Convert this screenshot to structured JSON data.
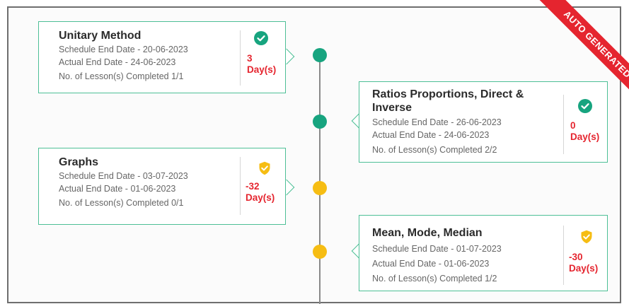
{
  "ribbon": {
    "label": "AUTO GENERATED"
  },
  "colors": {
    "accent_border": "#4dbf96",
    "done": "#17a47f",
    "pending": "#f6bd13",
    "late": "#e5252f"
  },
  "items": [
    {
      "title": "Unitary Method",
      "schedule": "Schedule End Date - 20-06-2023",
      "actual": "Actual End Date - 24-06-2023",
      "lessons": "No. of Lesson(s) Completed 1/1",
      "days_num": "3",
      "days_unit": "Day(s)",
      "status_icon": "check-circle-icon"
    },
    {
      "title": "Ratios Proportions, Direct & Inverse",
      "schedule": "Schedule End Date - 26-06-2023",
      "actual": "Actual End Date - 24-06-2023",
      "lessons": "No. of Lesson(s) Completed 2/2",
      "days_num": "0",
      "days_unit": "Day(s)",
      "status_icon": "check-circle-icon"
    },
    {
      "title": "Graphs",
      "schedule": "Schedule End Date - 03-07-2023",
      "actual": "Actual End Date - 01-06-2023",
      "lessons": "No. of Lesson(s) Completed 0/1",
      "days_num": "-32",
      "days_unit": "Day(s)",
      "status_icon": "check-shield-icon"
    },
    {
      "title": "Mean, Mode, Median",
      "schedule": "Schedule End Date - 01-07-2023",
      "actual": "Actual End Date - 01-06-2023",
      "lessons": "No. of Lesson(s) Completed 1/2",
      "days_num": "-30",
      "days_unit": "Day(s)",
      "status_icon": "check-shield-icon"
    }
  ]
}
